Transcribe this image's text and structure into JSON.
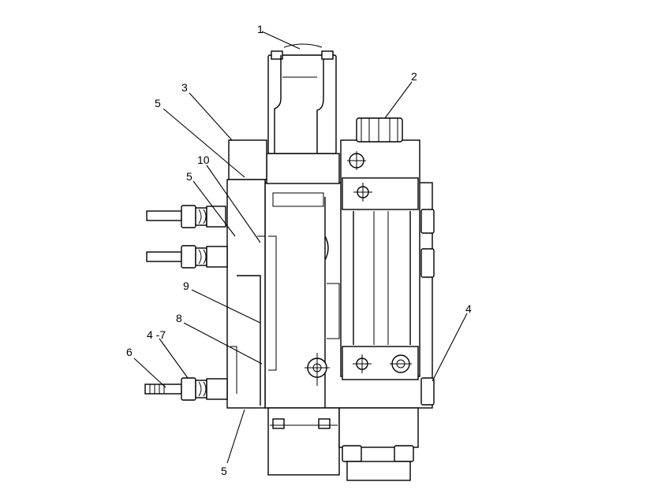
{
  "callouts": {
    "c1": "1",
    "c2": "2",
    "c3": "3",
    "c4": "4",
    "c4_7": "4 -7",
    "c5_top": "5",
    "c5_mid": "5",
    "c5_bottom": "5",
    "c6": "6",
    "c8": "8",
    "c9": "9",
    "c10": "10"
  }
}
